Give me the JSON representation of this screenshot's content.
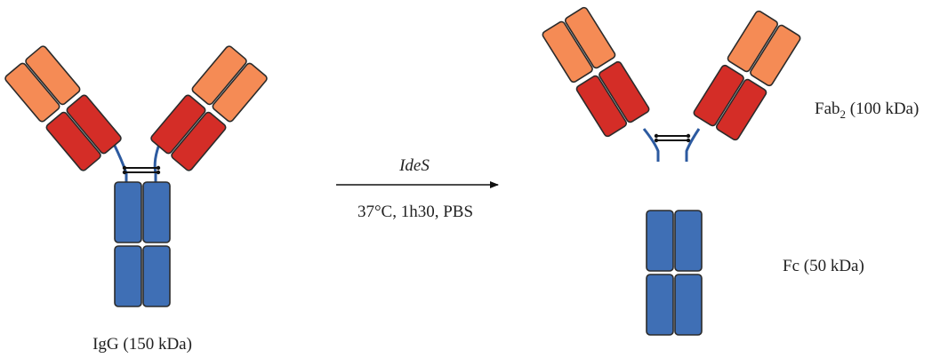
{
  "colors": {
    "light_chain_orange": "#F58B55",
    "heavy_chain_red": "#D42D27",
    "fc_blue": "#3F6FB5",
    "hinge_blue": "#2C5AA0",
    "outline": "#2b2b2b"
  },
  "labels": {
    "igg": "IgG (150 kDa)",
    "enzyme": "IdeS",
    "conditions": "37°C, 1h30, PBS",
    "fab2_prefix": "Fab",
    "fab2_subscript": "2",
    "fab2_suffix": " (100 kDa)",
    "fc": "Fc (50 kDa)"
  }
}
